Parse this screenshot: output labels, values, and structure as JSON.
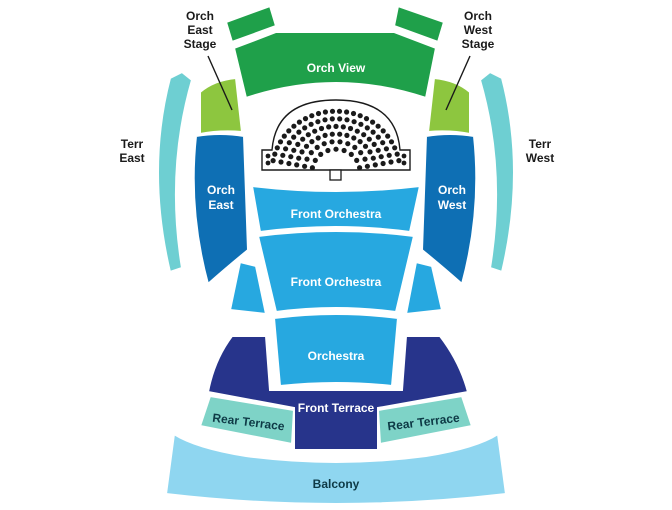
{
  "colors": {
    "orch_view": "#1fa04a",
    "stage_side": "#8dc63f",
    "orch_side": "#0e6fb4",
    "terr_side": "#6ecfd2",
    "front_orchestra": "#27a8e0",
    "orchestra": "#27a8e0",
    "side_wedge": "#27a8e0",
    "front_terrace": "#27348b",
    "rear_terrace": "#7ed3c7",
    "balcony": "#8fd6f0",
    "seat": "#1a1a1a"
  },
  "sections": {
    "orch_view": "Orch View",
    "orch_east_stage": [
      "Orch",
      "East",
      "Stage"
    ],
    "orch_west_stage": [
      "Orch",
      "West",
      "Stage"
    ],
    "terr_east": [
      "Terr",
      "East"
    ],
    "terr_west": [
      "Terr",
      "West"
    ],
    "orch_east": [
      "Orch",
      "East"
    ],
    "orch_west": [
      "Orch",
      "West"
    ],
    "front_orchestra_1": "Front Orchestra",
    "front_orchestra_2": "Front Orchestra",
    "orchestra": "Orchestra",
    "front_terrace": "Front Terrace",
    "rear_terrace_left": "Rear Terrace",
    "rear_terrace_right": "Rear Terrace",
    "balcony": "Balcony"
  },
  "icons": {
    "stage": "stage-seating-icon",
    "podium": "podium-icon"
  }
}
